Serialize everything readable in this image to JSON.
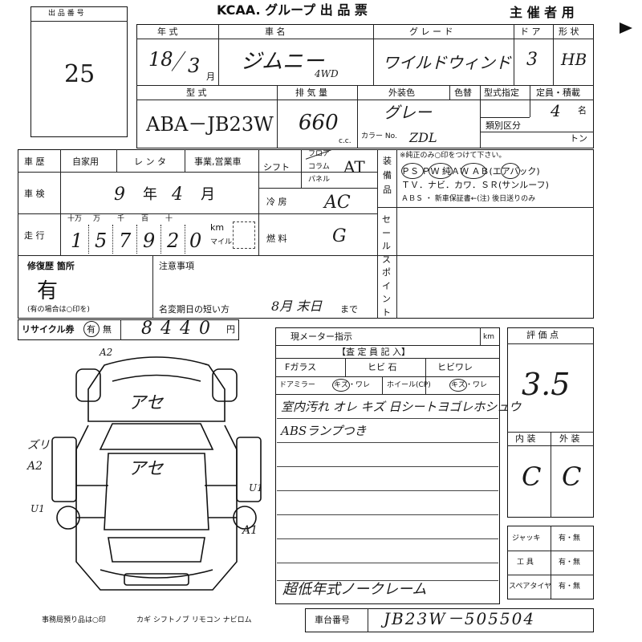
{
  "header": {
    "lot_label": "出 品 番 号",
    "lot_number": "25",
    "group_name": "KCAA. グループ 出 品 票",
    "organizer": "主 催 者 用"
  },
  "row1": {
    "year_label": "年 式",
    "car_label": "車 名",
    "grade_label": "グ レ ー ド",
    "door_label": "ド ア",
    "shape_label": "形 状",
    "year_val": "18",
    "month_val": "3",
    "month_unit": "月",
    "car_val": "ジムニー",
    "car_sub": "4WD",
    "grade_val": "ワイルドウィンド",
    "door_val": "3",
    "shape_val": "HB"
  },
  "row2": {
    "model_label": "型 式",
    "disp_label": "排 気 量",
    "color_label": "外装色",
    "color_change_label": "色替",
    "model_spec_label": "型式指定",
    "capacity_label": "定員・積載",
    "class_label": "類別区分",
    "model_val": "ABA－JB23W",
    "disp_val": "660",
    "cc_unit": "c.c.",
    "color_val": "グレー",
    "color_no_label": "カラー No.",
    "color_no_val": "ZDL",
    "capacity_val": "4",
    "capacity_unit": "名",
    "ton_unit": "トン"
  },
  "row3": {
    "history_label": "車 歴",
    "private_label": "自家用",
    "rental_label": "レ ン タ",
    "business_label": "事業,営業車",
    "shift_label": "シフト",
    "floor_label": "フロア",
    "column_label": "コラム",
    "panel_label": "パネル",
    "shift_val": "AT",
    "equip_label": "装 備 品",
    "equip_note": "※純正のみ○印をつけて下さい。",
    "equip_line1": "ＰＳ ＰＷ 純ＡＷ ＡＢ(エアバック)",
    "equip_line2": "ＴＶ．ナビ．カワ．ＳＲ(サンルーフ)",
    "equip_line3": "ＡＢＳ ・ 新車保証書←(注) 後日送りのみ"
  },
  "row4": {
    "inspection_label": "車 検",
    "insp_year": "9",
    "year_unit": "年",
    "insp_month": "4",
    "month_unit": "月",
    "ac_label": "冷 房",
    "ac_val": "AC"
  },
  "row5": {
    "mileage_label": "走 行",
    "digit_headers": [
      "十万",
      "万",
      "千",
      "百",
      "十",
      ""
    ],
    "digits": [
      "1",
      "5",
      "7",
      "9",
      "2",
      "0"
    ],
    "km_unit": "km",
    "mile_unit": "マイル",
    "fuel_label": "燃 料",
    "fuel_val": "G",
    "sales_point_label": "セールスポイント"
  },
  "row6": {
    "repair_label": "修復歴 箇所",
    "repair_val": "有",
    "repair_note": "(有の場合は○印を)",
    "notes_label": "注意事項",
    "deadline_label": "名変期日の短い方",
    "deadline_val": "8月 末日",
    "deadline_suffix": "まで"
  },
  "recycle": {
    "label": "リサイクル券",
    "yes": "有",
    "no": "無",
    "amount": "8440",
    "unit": "円"
  },
  "diagram": {
    "top_mark": "A2",
    "left_mark1": "ズリ",
    "left_mark2": "A2",
    "left_mark3": "U1",
    "hood_mark": "アセ",
    "roof_mark": "アセ",
    "right_mark1": "U1",
    "right_mark2": "A1"
  },
  "inspector": {
    "meter_label": "現メーター指示",
    "km_unit": "km",
    "inspector_label": "【査 定 員 記 入】",
    "f_glass": "Fガラス",
    "crack": "ヒビ 石",
    "chip": "ヒビワレ",
    "door_mirror": "ドアミラー",
    "mirror_damage": "キズ・ワレ",
    "wheel": "ホイール(CP)",
    "wheel_damage": "キズ・ワレ",
    "note1": "室内汚れ オレ キズ 日シートヨゴレホシュウ",
    "note2": "ABSランプつき",
    "note3": "超低年式ノークレーム"
  },
  "evaluation": {
    "score_label": "評 価 点",
    "score_val": "3.5",
    "interior_label": "内 装",
    "exterior_label": "外 装",
    "interior_val": "C",
    "exterior_val": "C",
    "jack": "ジャッキ",
    "tools": "工 具",
    "spare": "スペアタイヤ",
    "yes_no": "有・無"
  },
  "footer": {
    "office_items": "事務局預り品は○印",
    "items_list": "カギ シフトノブ リモコン ナビロム",
    "chassis_label": "車台番号",
    "chassis_val": "JB23W－505504"
  }
}
